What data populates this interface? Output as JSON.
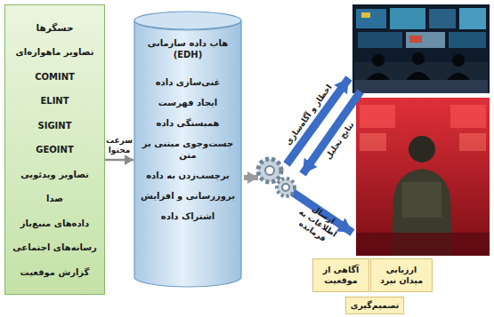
{
  "diagram": {
    "nodes": [
      {
        "text": [
          "حسگرها",
          "تصاویر ماهواره‌ای",
          "COMINT",
          "ELINT",
          "SIGINT",
          "GEOINT",
          "تصاویر ویدئویی",
          "صدا",
          "داده‌های منبع‌باز",
          "رسانه‌های اجتماعی",
          "گزارش موقعیت"
        ]
      },
      {
        "text": [
          "هاب داده سازمانی (EDH)",
          "غنی‌سازی داده",
          "ایجاد فهرست",
          "همبستگی داده",
          "جست‌وجوی مبتنی بر متن",
          "برچسب‌زدن به داده",
          "بروزرسانی و افزایش",
          "اشتراک داده"
        ]
      },
      {
        "text": [
          "ارزیابی میدان نبرد"
        ]
      },
      {
        "text": [
          "آگاهی از موقعیت"
        ]
      },
      {
        "text": [
          "تصمیم‌گیری"
        ]
      }
    ],
    "edges": [
      {
        "from": 0,
        "to": 1,
        "label": "سرعت محتوا",
        "arrow": "to"
      }
    ],
    "labels": [
      "اخطار و آگاه‌سازی",
      "نتایج تحلیل",
      "ارسال اطلاعات به فرمانده"
    ]
  }
}
